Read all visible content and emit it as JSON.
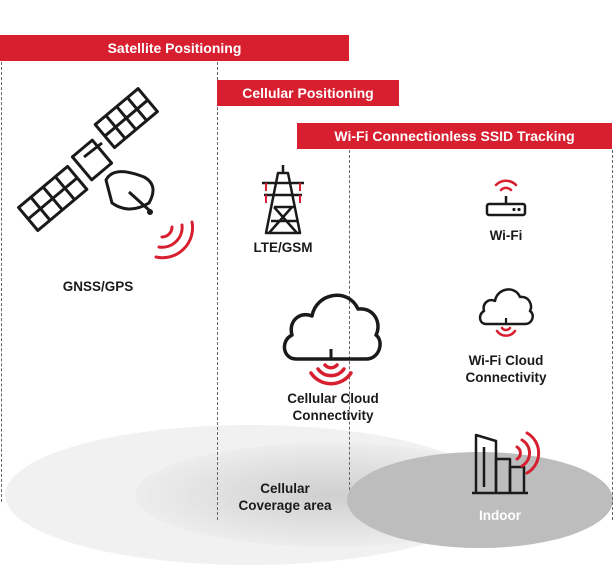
{
  "banners": {
    "satellite": "Satellite Positioning",
    "cellular": "Cellular Positioning",
    "wifi": "Wi-Fi Connectionless SSID Tracking"
  },
  "labels": {
    "gnss": "GNSS/GPS",
    "lte": "LTE/GSM",
    "wifi": "Wi-Fi",
    "cellular_cloud_line1": "Cellular Cloud",
    "cellular_cloud_line2": "Connectivity",
    "wifi_cloud_line1": "Wi-Fi Cloud",
    "wifi_cloud_line2": "Connectivity",
    "coverage_line1": "Cellular",
    "coverage_line2": "Coverage area",
    "indoor": "Indoor"
  },
  "colors": {
    "accent": "#d71f30",
    "line": "#1a1a1a",
    "banner_text": "#ffffff"
  },
  "icons": [
    "satellite-icon",
    "cell-tower-icon",
    "wifi-router-icon",
    "cloud-icon",
    "building-icon",
    "signal-waves-icon"
  ]
}
